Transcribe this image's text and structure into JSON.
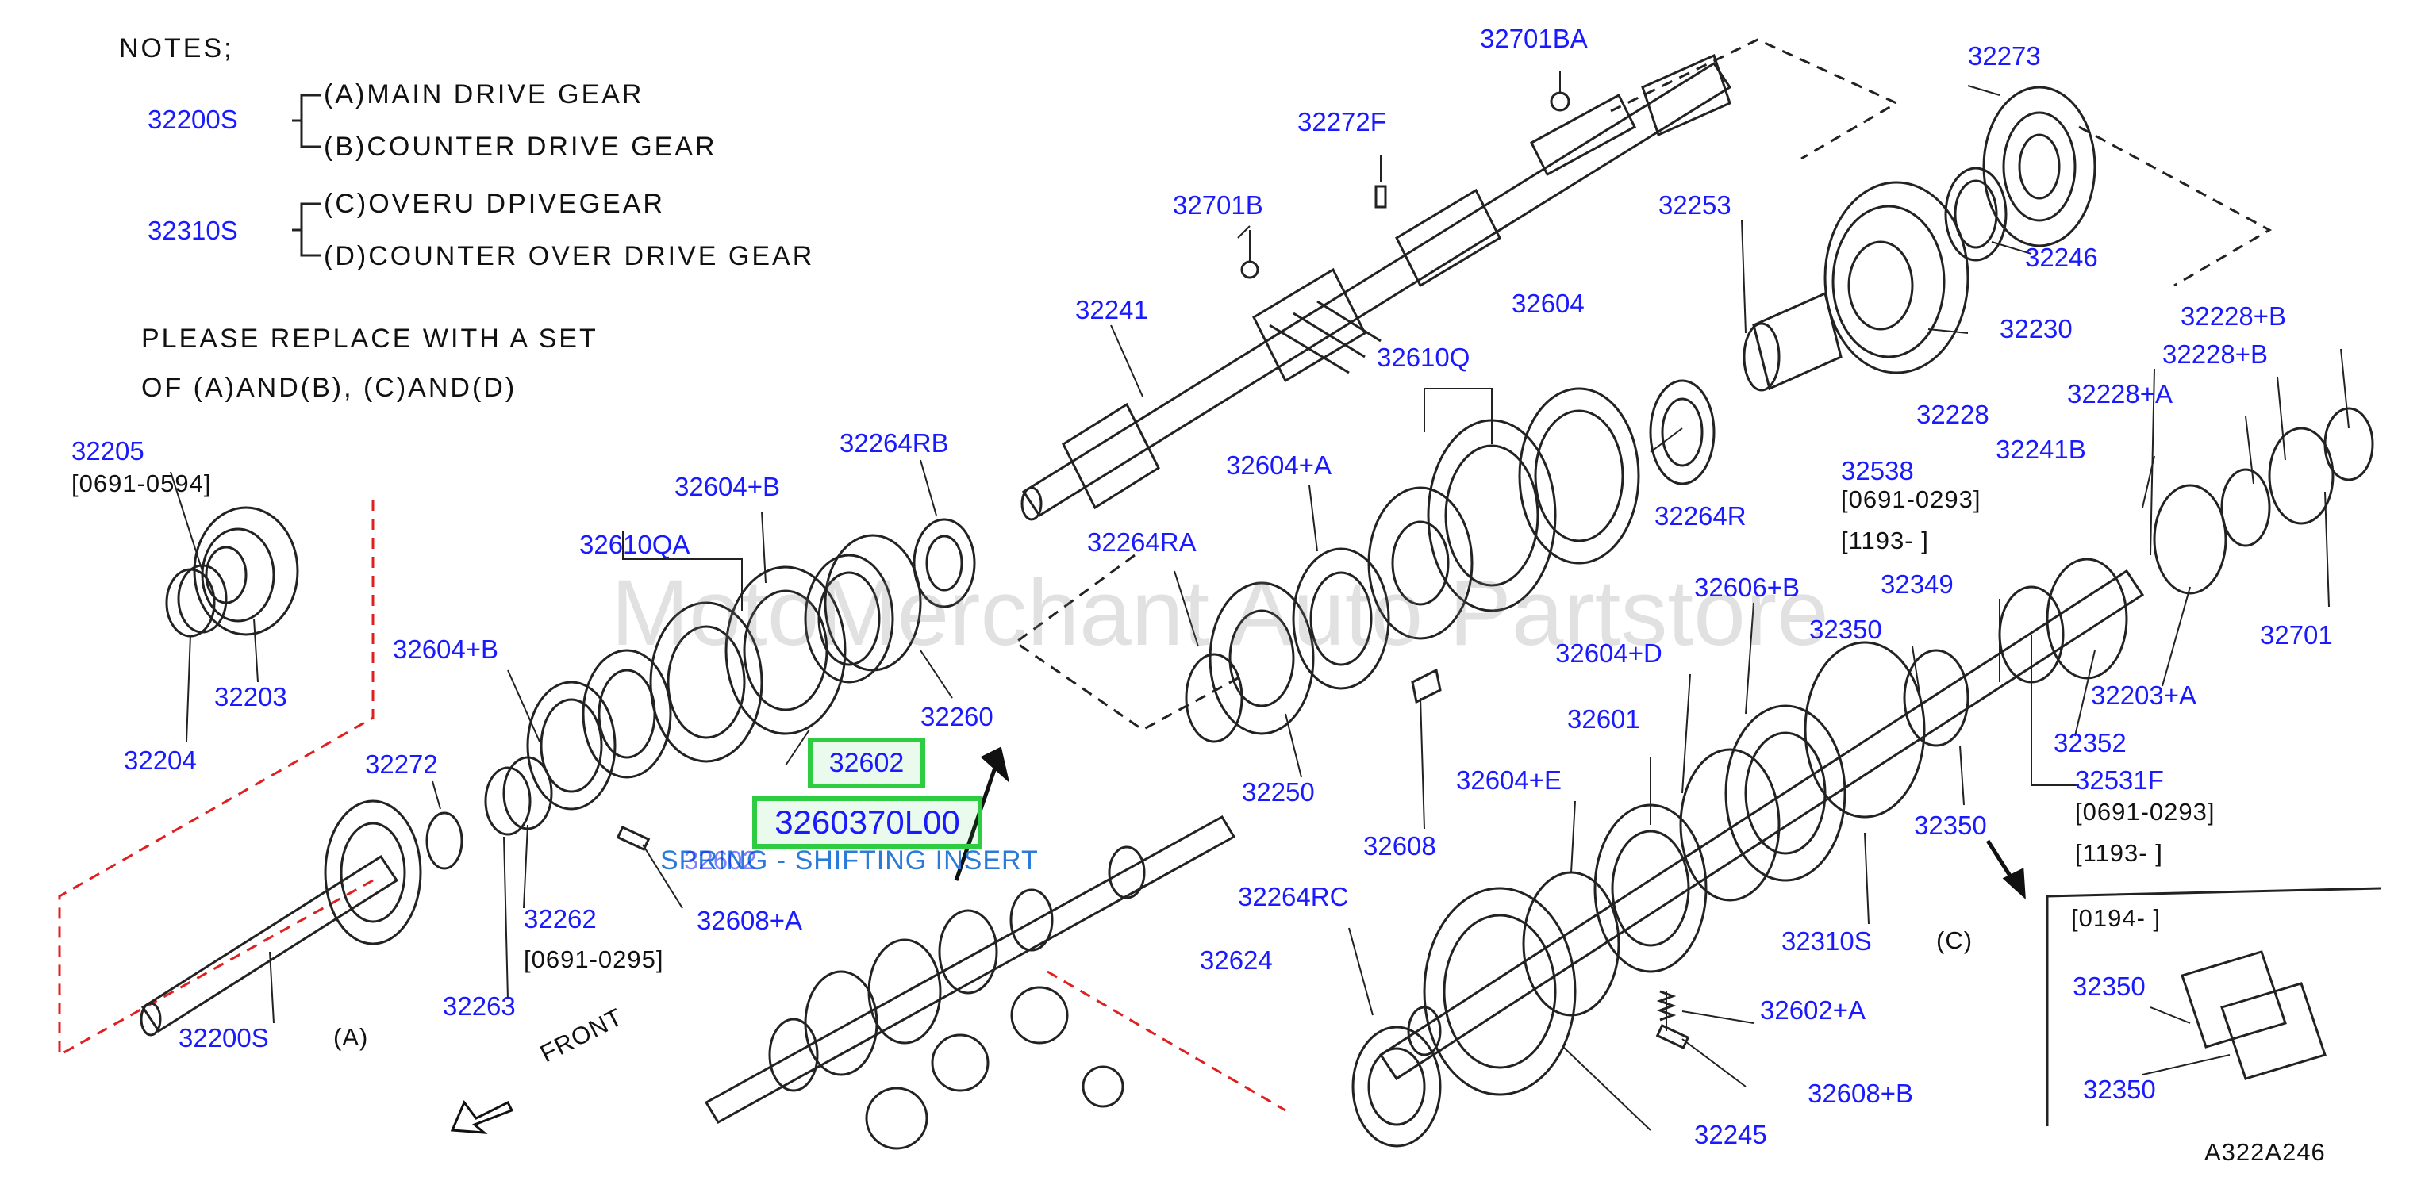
{
  "notes": {
    "header": "NOTES;",
    "group1_code": "32200S",
    "group1_a": "(A)MAIN  DRIVE  GEAR",
    "group1_b": "(B)COUNTER  DRIVE  GEAR",
    "group2_code": "32310S",
    "group2_c": "(C)OVERU  DPIVEGEAR",
    "group2_d": "(D)COUNTER  OVER  DRIVE  GEAR",
    "replace_line1": "PLEASE  REPLACE  WITH  A  SET",
    "replace_line2": "OF  (A)AND(B),  (C)AND(D)"
  },
  "watermark": "MotoMerchant Auto Partstore",
  "highlight": {
    "part": "32602",
    "oem": "3260370L00",
    "description": "SPRING - SHIFTING INSERT",
    "overlap_text": "32602"
  },
  "labels": {
    "p32701BA": "32701BA",
    "p32272F": "32272F",
    "p32701B": "32701B",
    "p32241": "32241",
    "p32273": "32273",
    "p32253": "32253",
    "p32246": "32246",
    "p32230": "32230",
    "p32604": "32604",
    "p32610Q": "32610Q",
    "p32604A": "32604+A",
    "p32264RA": "32264RA",
    "p32264R": "32264R",
    "p32205": "32205",
    "p32203": "32203",
    "p32204": "32204",
    "p32604B_top": "32604+B",
    "p32610QA": "32610QA",
    "p32264RB": "32264RB",
    "p32604B_left": "32604+B",
    "p32260": "32260",
    "p32272": "32272",
    "p32262": "32262",
    "p32263": "32263",
    "p32608A": "32608+A",
    "p32200S": "32200S",
    "p32250": "32250",
    "p32608": "32608",
    "p32606B": "32606+B",
    "p32604D": "32604+D",
    "p32601": "32601",
    "p32604E": "32604+E",
    "p32264RC": "32264RC",
    "p32624": "32624",
    "p32245": "32245",
    "p32608B": "32608+B",
    "p32602A": "32602+A",
    "p32310S": "32310S",
    "p32350_a": "32350",
    "p32350_b": "32350",
    "p32349": "32349",
    "p32538": "32538",
    "p32241B": "32241B",
    "p32228": "32228",
    "p32228A": "32228+A",
    "p32228B_1": "32228+B",
    "p32228B_2": "32228+B",
    "p32701": "32701",
    "p32203A": "32203+A",
    "p32352": "32352",
    "p32531F": "32531F",
    "p32350_inset1": "32350",
    "p32350_inset2": "32350"
  },
  "brackets": {
    "b32205": "[0691-0594]",
    "b32262": "[0691-0295]",
    "b32538_1": "[0691-0293]",
    "b32538_2": "[1193-                    ]",
    "b32531F_1": "[0691-0293]",
    "b32531F_2": "[1193-                    ]",
    "b_inset": "[0194-                    ]"
  },
  "letters": {
    "A": "(A)",
    "C": "(C)",
    "front": "FRONT"
  },
  "diagram_id": "A322A246"
}
